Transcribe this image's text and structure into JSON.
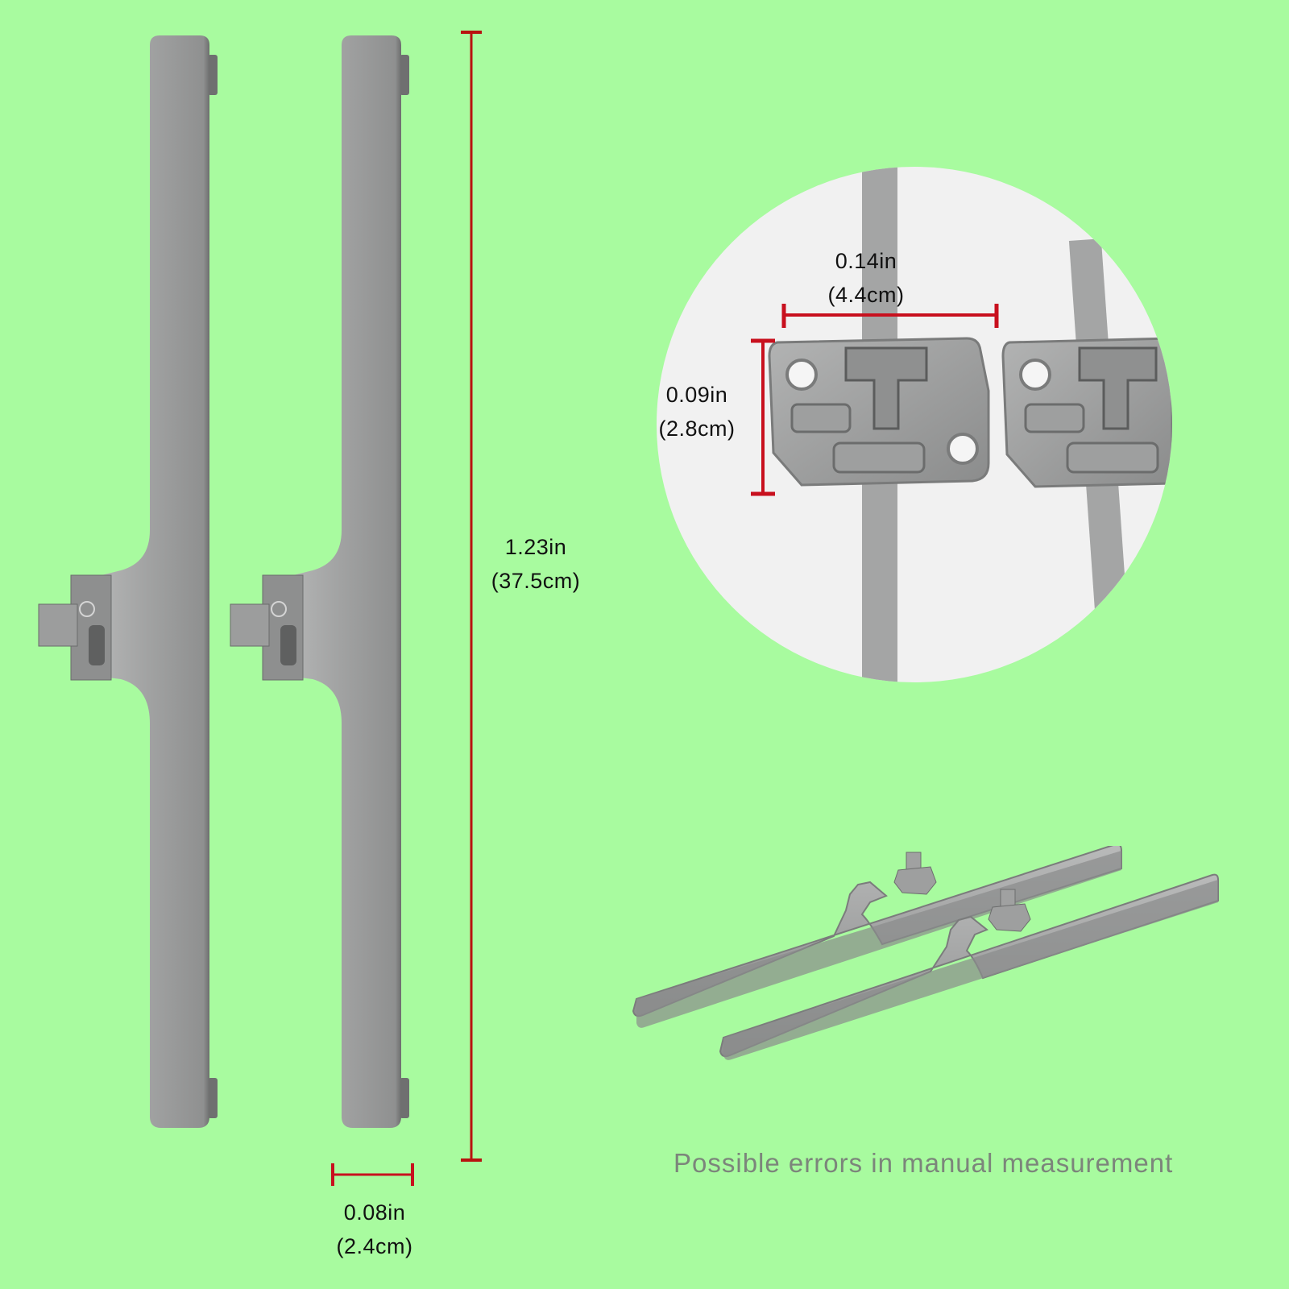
{
  "background_color": "#a8fb9f",
  "accent_color": "#c8101e",
  "metal_color": "#9a9b9b",
  "dimensions": {
    "length": {
      "inches": "1.23in",
      "cm": "(37.5cm)"
    },
    "width": {
      "inches": "0.08in",
      "cm": "(2.4cm)"
    },
    "plate_width": {
      "inches": "0.14in",
      "cm": "(4.4cm)"
    },
    "plate_height": {
      "inches": "0.09in",
      "cm": "(2.8cm)"
    }
  },
  "note": "Possible errors in manual measurement",
  "views": {
    "front": "two stand legs, front view",
    "detail": "mounting plate close-up (circular inset)",
    "perspective": "two stand legs, angled view"
  }
}
